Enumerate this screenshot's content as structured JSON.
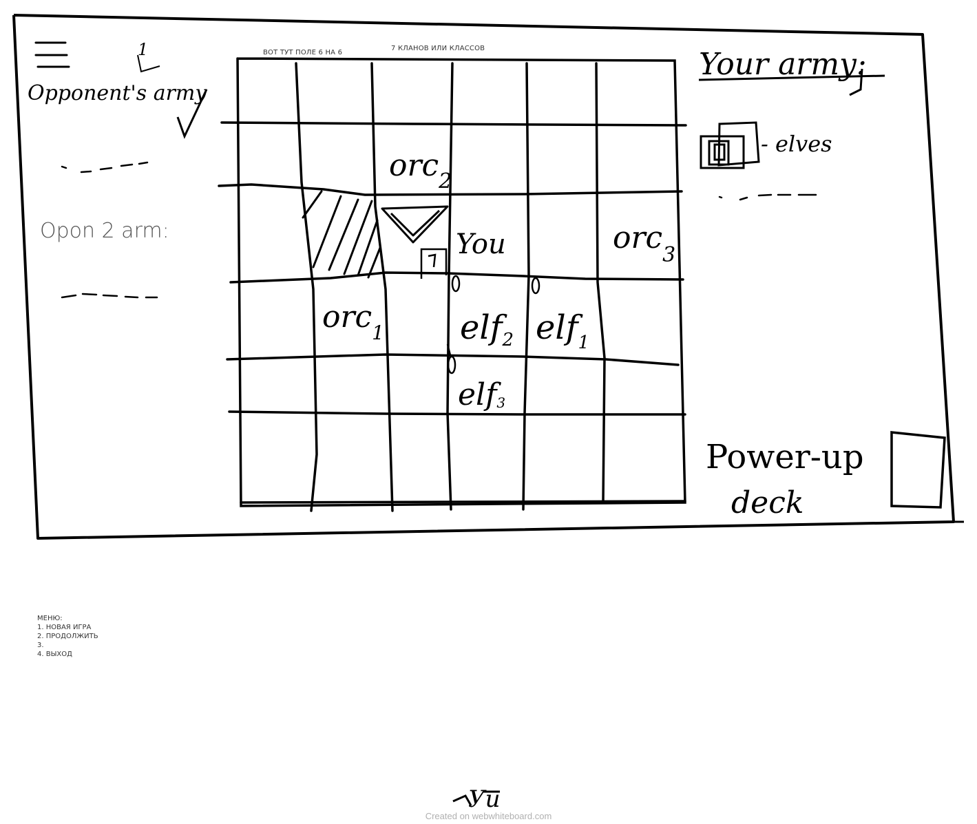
{
  "annotations": {
    "field_note": "ВОТ ТУТ ПОЛЕ 6 НА 6",
    "clans_note": "7 КЛАНОВ ИЛИ КЛАССОВ"
  },
  "left_panel": {
    "marker": "1",
    "opponent_army_label": "Opponent's army",
    "opponent2_label": "Opon 2 arm:"
  },
  "right_panel": {
    "your_army_label": "Your army:",
    "elves_label": "- elves",
    "powerup_line1": "Power-up",
    "powerup_line2": "deck"
  },
  "board": {
    "rows": 6,
    "cols": 6,
    "units": [
      {
        "label": "orc",
        "sub": "2"
      },
      {
        "label": "orc",
        "sub": "3"
      },
      {
        "label": "orc",
        "sub": "1"
      },
      {
        "label": "You",
        "sub": ""
      },
      {
        "label": "elf",
        "sub": "2"
      },
      {
        "label": "elf",
        "sub": "1"
      },
      {
        "label": "elf",
        "sub": "3"
      }
    ]
  },
  "menu": {
    "title": "МЕНЮ:",
    "items": [
      "1. НОВАЯ ИГРА",
      "2. ПРОДОЛЖИТЬ",
      "3.",
      "4. ВЫХОД"
    ]
  },
  "footer": {
    "signature": "Уи",
    "watermark": "Created on webwhiteboard.com"
  }
}
